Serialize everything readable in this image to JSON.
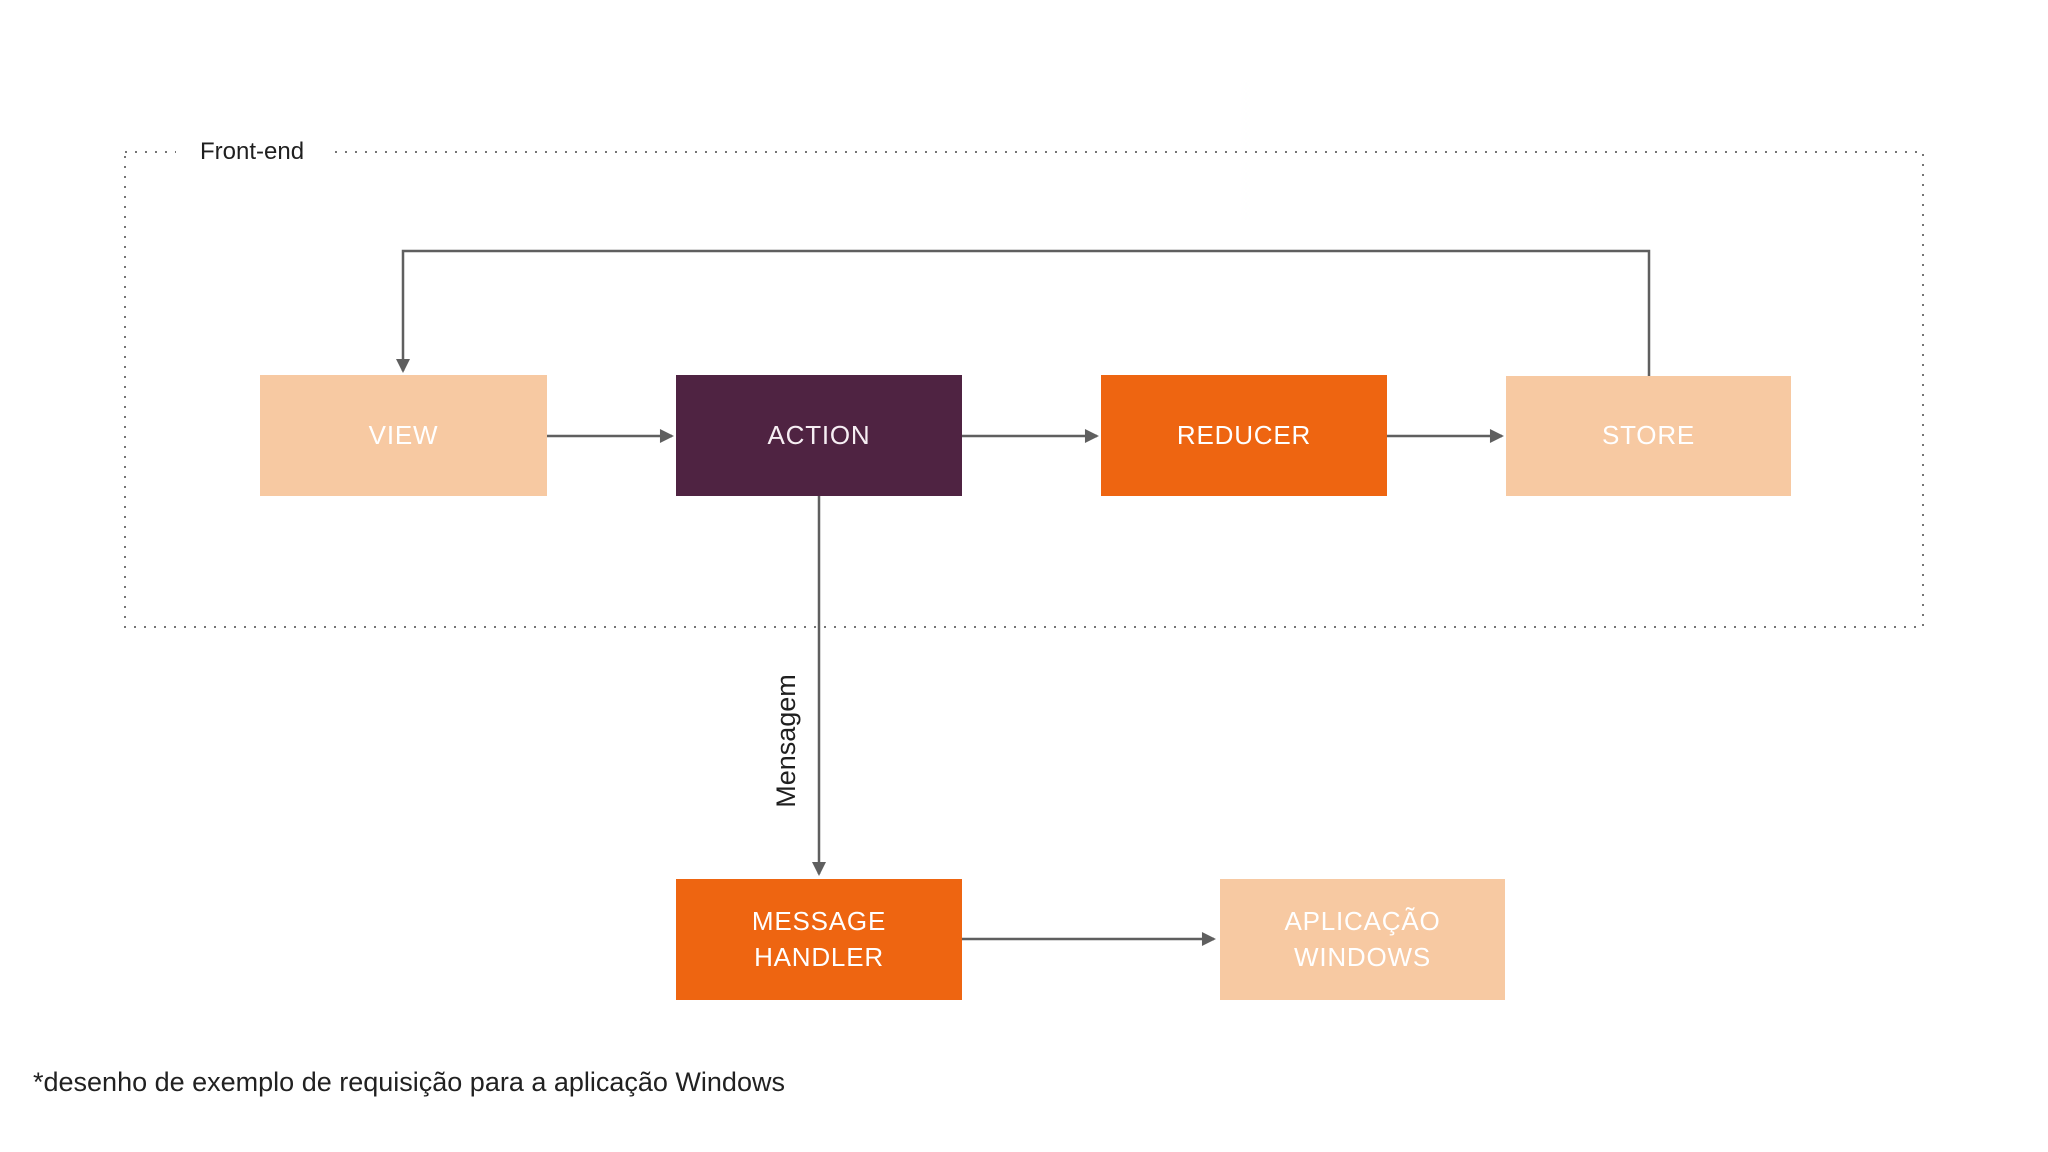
{
  "diagram": {
    "frontend_group_label": "Front-end",
    "nodes": [
      {
        "id": "view",
        "label": "VIEW",
        "color": "#F7C9A2"
      },
      {
        "id": "action",
        "label": "ACTION",
        "color": "#4F2342"
      },
      {
        "id": "reducer",
        "label": "REDUCER",
        "color": "#EE6511"
      },
      {
        "id": "store",
        "label": "STORE",
        "color": "#F7C9A2"
      },
      {
        "id": "message-handler",
        "label": "MESSAGE\nHANDLER",
        "color": "#EE6511"
      },
      {
        "id": "windows-app",
        "label": "APLICAÇÃO\nWINDOWS",
        "color": "#F7C9A2"
      }
    ],
    "edges": [
      {
        "from": "VIEW",
        "to": "ACTION",
        "label": ""
      },
      {
        "from": "ACTION",
        "to": "REDUCER",
        "label": ""
      },
      {
        "from": "REDUCER",
        "to": "STORE",
        "label": ""
      },
      {
        "from": "STORE",
        "to": "VIEW",
        "label": ""
      },
      {
        "from": "ACTION",
        "to": "MESSAGE HANDLER",
        "label": "Mensagem"
      },
      {
        "from": "MESSAGE HANDLER",
        "to": "APLICAÇÃO WINDOWS",
        "label": ""
      }
    ],
    "footnote": "*desenho de exemplo de requisição para a aplicação Windows",
    "colors": {
      "peach": "#F7C9A2",
      "orange": "#EE6511",
      "plum": "#4F2342",
      "connector": "#5F5F5F",
      "dotted_border": "#757575",
      "label_text": "#1F1F1F",
      "node_text": "#FFFFFF",
      "background": "#FFFFFF"
    }
  }
}
